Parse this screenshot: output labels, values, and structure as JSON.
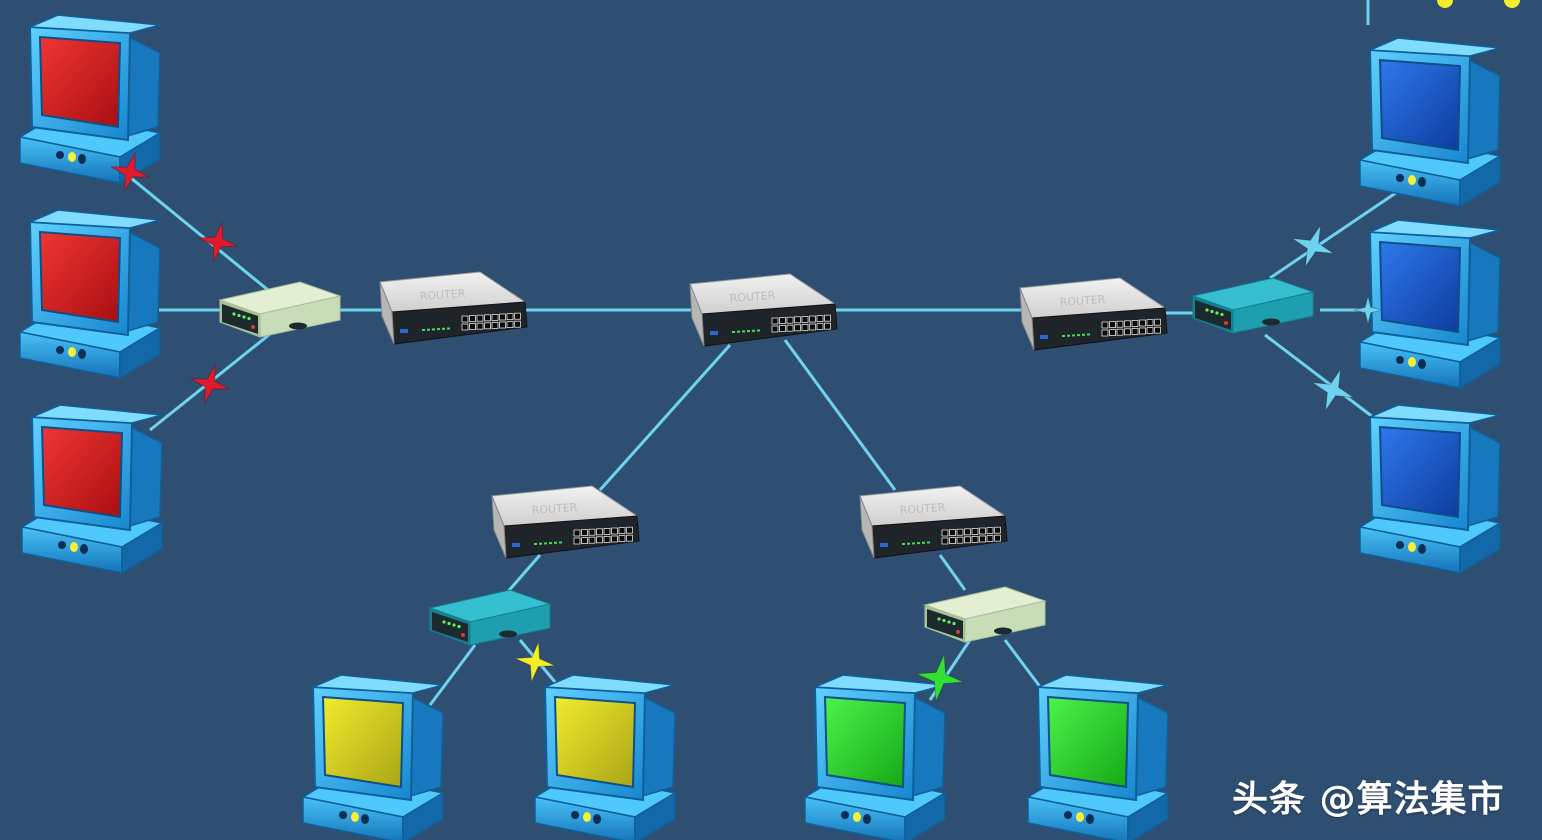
{
  "router_label": "ROUTER",
  "watermark": "头条 @算法集市",
  "colors": {
    "background": "#2f4f72",
    "cable": "#6fd3f0",
    "red_screen": "#d11f1f",
    "blue_screen": "#1f5fd6",
    "yellow_screen": "#d6d31f",
    "green_screen": "#2fe02f",
    "switch_light": "#d9e8c8",
    "switch_teal": "#2bb3c4"
  },
  "groups": [
    {
      "name": "red",
      "screen_color": "red_screen",
      "packet_color": "#e01a2a"
    },
    {
      "name": "blue",
      "screen_color": "blue_screen",
      "packet_color": "#6fd3f0"
    },
    {
      "name": "yellow",
      "screen_color": "yellow_screen",
      "packet_color": "#f2ee2a"
    },
    {
      "name": "green",
      "screen_color": "green_screen",
      "packet_color": "#33e033"
    }
  ]
}
